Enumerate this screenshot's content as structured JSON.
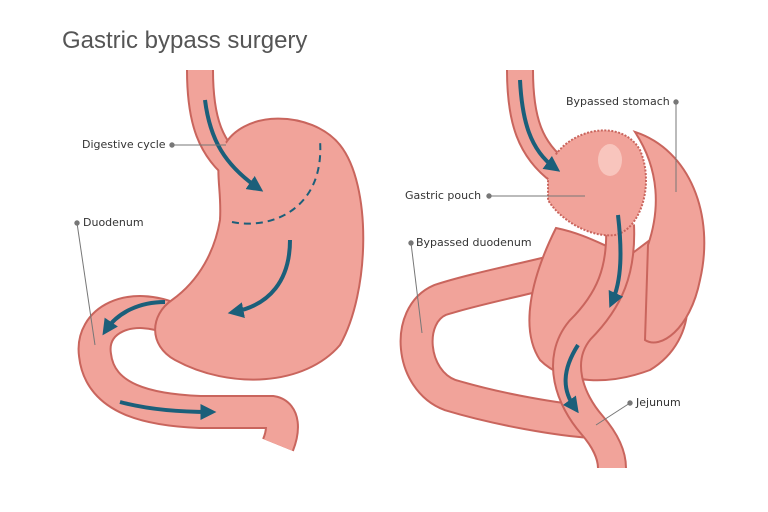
{
  "title": "Gastric bypass surgery",
  "labels": {
    "digestive_cycle": "Digestive cycle",
    "duodenum": "Duodenum",
    "bypassed_stomach": "Bypassed stomach",
    "gastric_pouch": "Gastric pouch",
    "bypassed_duodenum": "Bypassed duodenum",
    "jejunum": "Jejunum"
  },
  "colors": {
    "tissue": "#f1a39a",
    "outline": "#c9655d",
    "arrow": "#1b5f7a",
    "leader": "#777777"
  }
}
